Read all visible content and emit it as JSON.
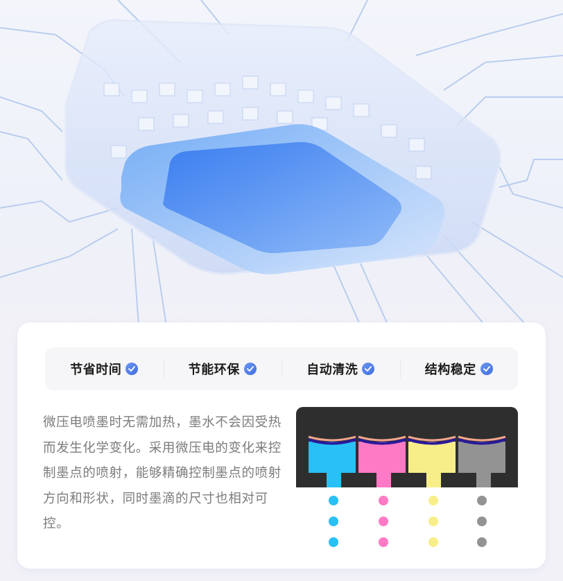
{
  "hero": {
    "image_alt": "Translucent micro-piezo printhead chip on a circuit board",
    "accent_color": "#3f7fe8"
  },
  "features": [
    {
      "label": "节省时间",
      "icon": "check-circle-icon"
    },
    {
      "label": "节能环保",
      "icon": "check-circle-icon"
    },
    {
      "label": "自动清洗",
      "icon": "check-circle-icon"
    },
    {
      "label": "结构稳定",
      "icon": "check-circle-icon"
    }
  ],
  "description": "微压电喷墨时无需加热，墨水不会因受热而发生化学变化。采用微压电的变化来控制墨点的喷射，能够精确控制墨点的喷射方向和形状，同时墨滴的尺寸也相对可控。",
  "ink_diagram": {
    "panel_color": "#2e2e2e",
    "meniscus_color": "#f2a58c",
    "membrane_color": "#2a1a9a",
    "channels": [
      {
        "name": "cyan",
        "color": "#29c0f5"
      },
      {
        "name": "magenta",
        "color": "#ff7ac4"
      },
      {
        "name": "yellow",
        "color": "#f7ee8a"
      },
      {
        "name": "black",
        "color": "#939393"
      }
    ],
    "droplets_per_channel": 3
  }
}
